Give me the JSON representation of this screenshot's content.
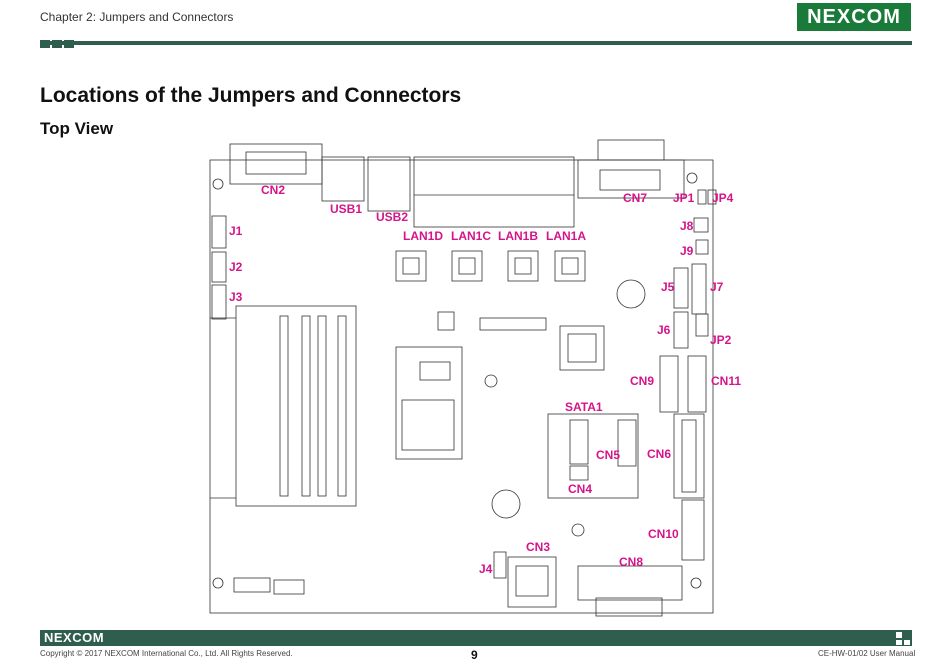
{
  "header": {
    "chapter": "Chapter 2: Jumpers and Connectors",
    "logo": "NEXCOM"
  },
  "page": {
    "title": "Locations of the Jumpers and Connectors",
    "subtitle": "Top View"
  },
  "board_labels": {
    "cn2": "CN2",
    "usb1": "USB1",
    "usb2": "USB2",
    "cn7": "CN7",
    "jp1": "JP1",
    "jp4": "JP4",
    "j1": "J1",
    "j2": "J2",
    "j3": "J3",
    "lan1d": "LAN1D",
    "lan1c": "LAN1C",
    "lan1b": "LAN1B",
    "lan1a": "LAN1A",
    "j8": "J8",
    "j9": "J9",
    "j5": "J5",
    "j7": "J7",
    "j6": "J6",
    "jp2": "JP2",
    "cn9": "CN9",
    "cn11": "CN11",
    "sata1": "SATA1",
    "cn5": "CN5",
    "cn6": "CN6",
    "cn4": "CN4",
    "cn10": "CN10",
    "cn3": "CN3",
    "j4": "J4",
    "cn8": "CN8"
  },
  "colors": {
    "accent": "#d4148a",
    "brand": "#2f5e4e",
    "logo_bg": "#1a7a3a"
  },
  "footer": {
    "logo": "NEXCOM",
    "copyright": "Copyright © 2017 NEXCOM International Co., Ltd. All Rights Reserved.",
    "page_number": "9",
    "manual": "CE-HW-01/02 User Manual"
  }
}
